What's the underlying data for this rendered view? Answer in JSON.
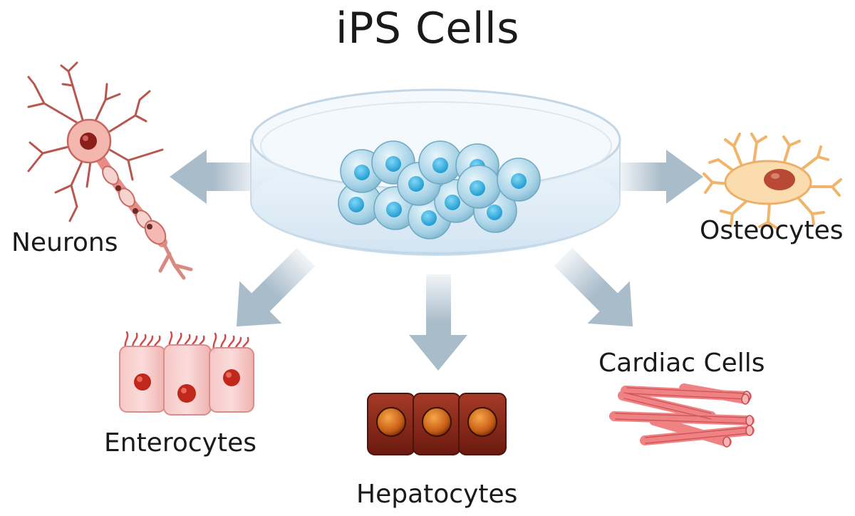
{
  "title": "iPS Cells",
  "labels": {
    "neurons": "Neurons",
    "osteocytes": "Osteocytes",
    "enterocytes": "Enterocytes",
    "hepatocytes": "Hepatocytes",
    "cardiac": "Cardiac Cells"
  },
  "colors": {
    "arrow": "#a9bcca",
    "dish": "#dcebf5",
    "stem_cell": "#2aa7d8",
    "neuron": "#e8a5a0",
    "osteocyte": "#f7c98f",
    "enterocyte": "#f3b7b5",
    "hepatocyte": "#7e1e14",
    "cardiac": "#ef7d7f"
  },
  "icons": [
    "petri-dish-icon",
    "neuron-icon",
    "osteocyte-icon",
    "enterocyte-icon",
    "hepatocyte-icon",
    "cardiac-fiber-icon"
  ]
}
